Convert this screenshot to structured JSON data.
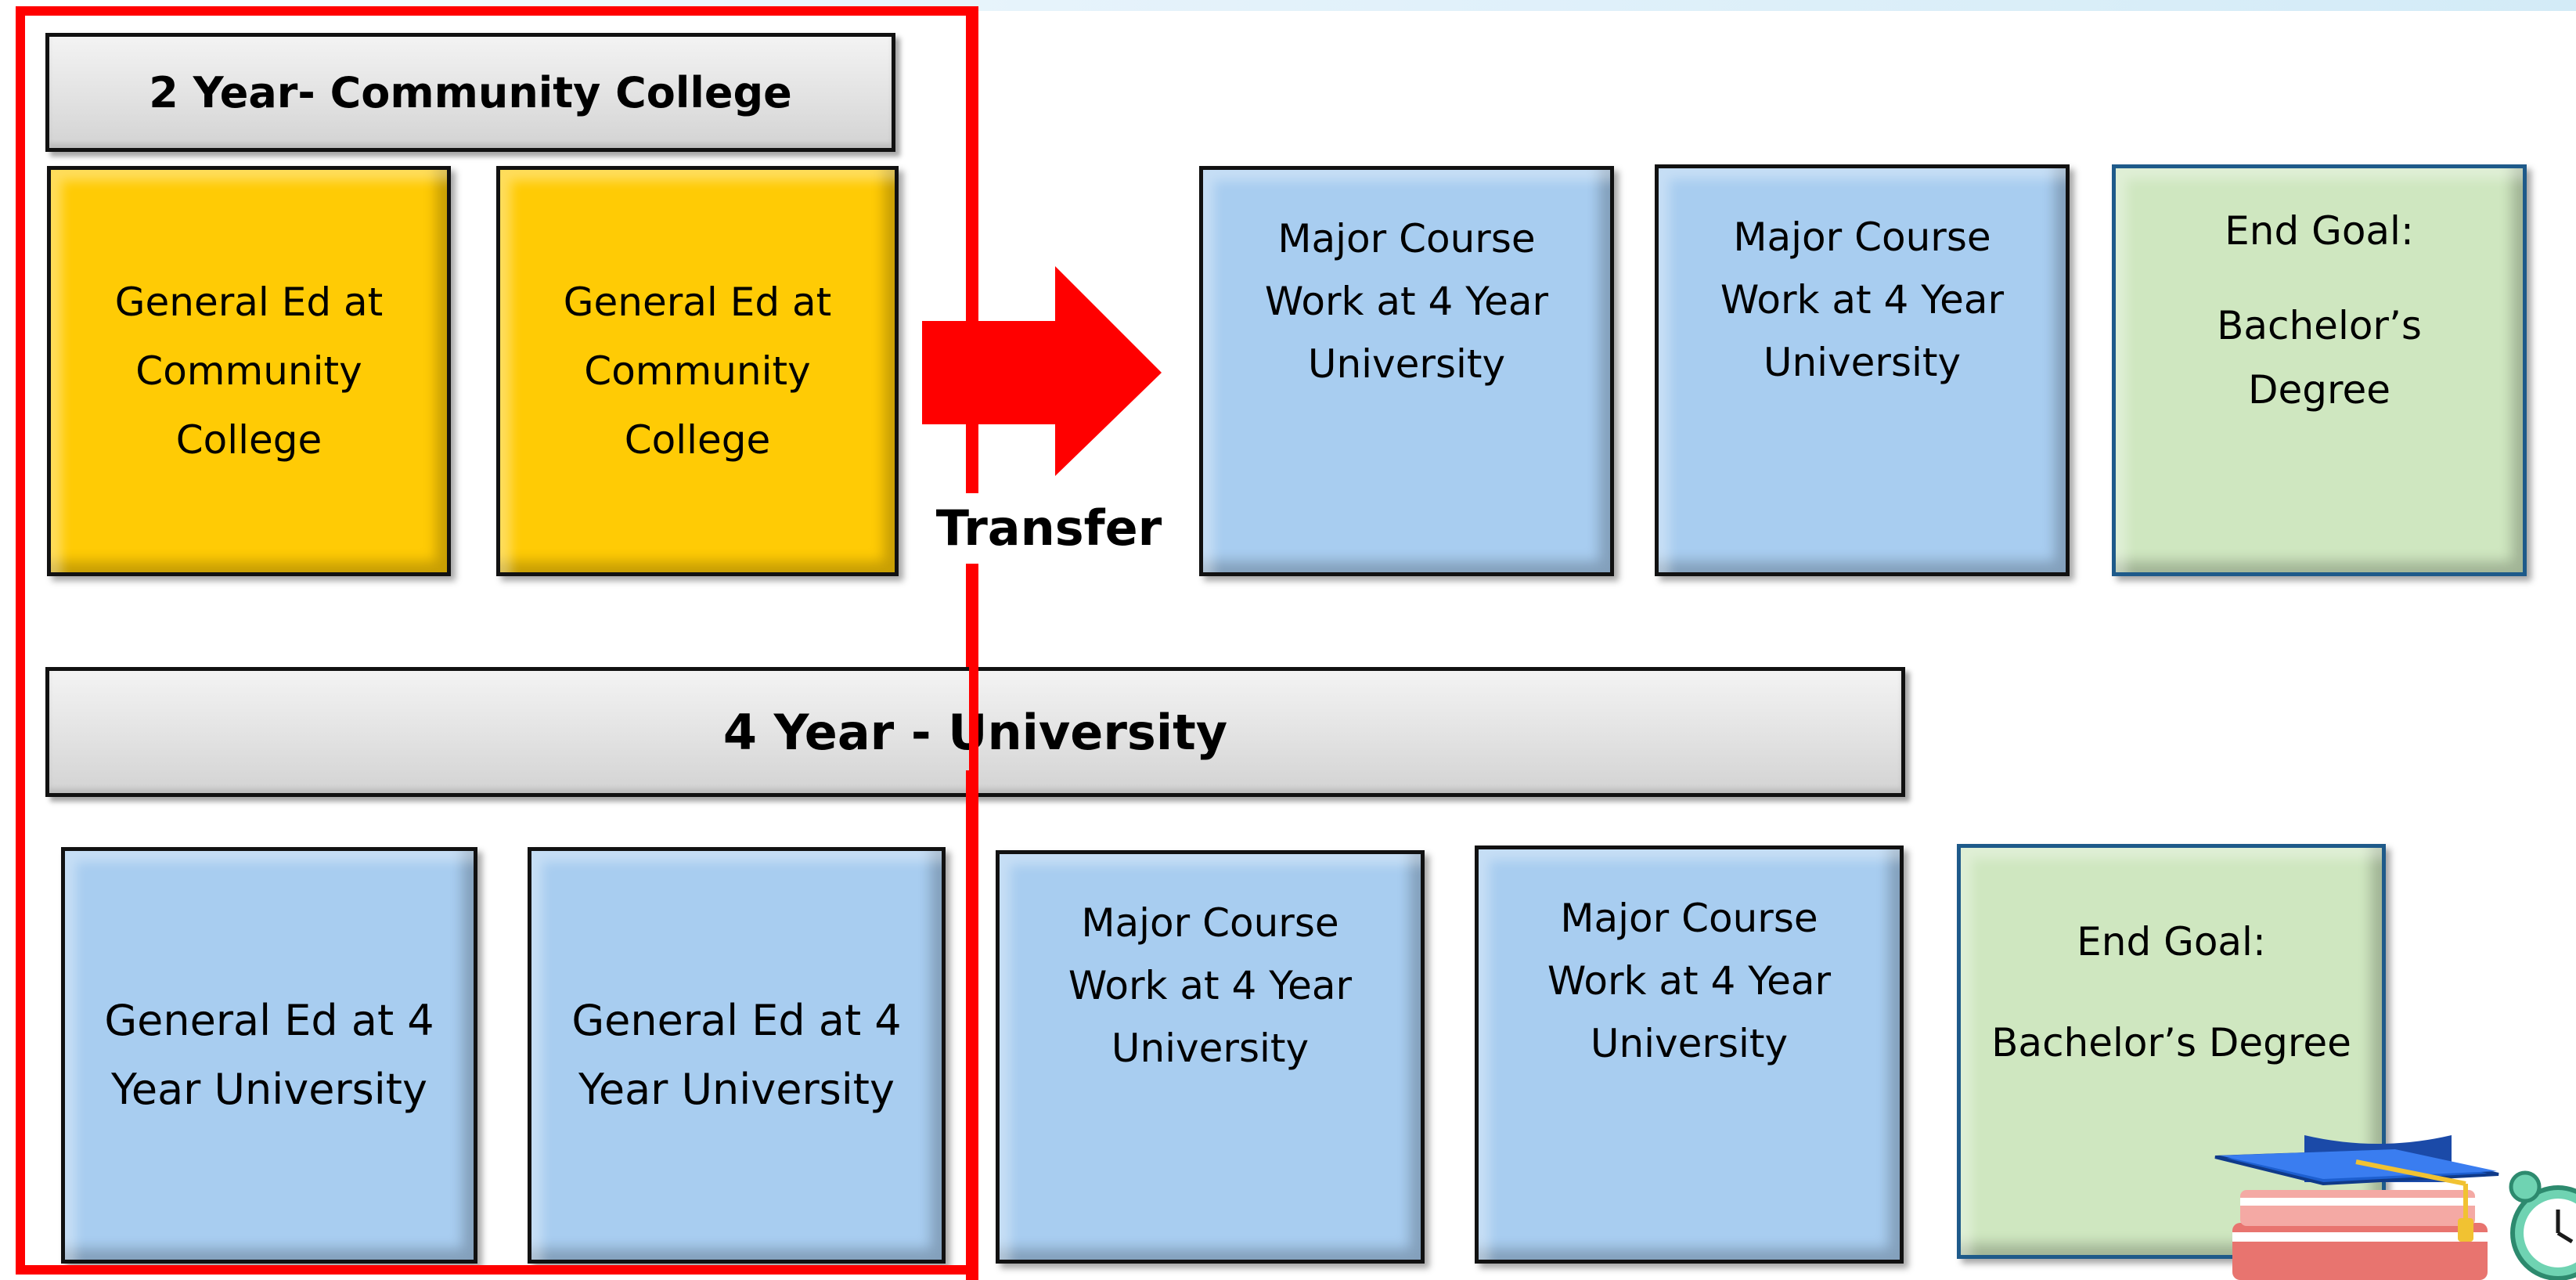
{
  "pathway_2yr": {
    "header": "2 Year- Community College",
    "gen_ed": [
      "General Ed at\nCommunity\nCollege",
      "General Ed at\nCommunity\nCollege"
    ],
    "transfer_label": "Transfer",
    "major": [
      "Major Course\nWork at 4 Year\nUniversity",
      "Major Course\nWork at 4 Year\nUniversity"
    ],
    "goal_label": "End Goal:",
    "goal_value": "Bachelor’s\nDegree"
  },
  "pathway_4yr": {
    "header": "4 Year - University",
    "gen_ed": [
      "General Ed at 4\nYear University",
      "General Ed at 4\nYear University"
    ],
    "major": [
      "Major Course\nWork at 4 Year\nUniversity",
      "Major Course\nWork at 4 Year\nUniversity"
    ],
    "goal_label": "End Goal:",
    "goal_value": "Bachelor’s Degree"
  },
  "colors": {
    "community_college_box": "#ffcb05",
    "university_box": "#a8cdf0",
    "goal_box": "#cfe7c0",
    "highlight": "#ff0000",
    "header_bar": "#e2e2e2"
  },
  "decoration": {
    "icons": [
      "graduation-cap-icon",
      "books-icon",
      "alarm-clock-icon"
    ]
  }
}
